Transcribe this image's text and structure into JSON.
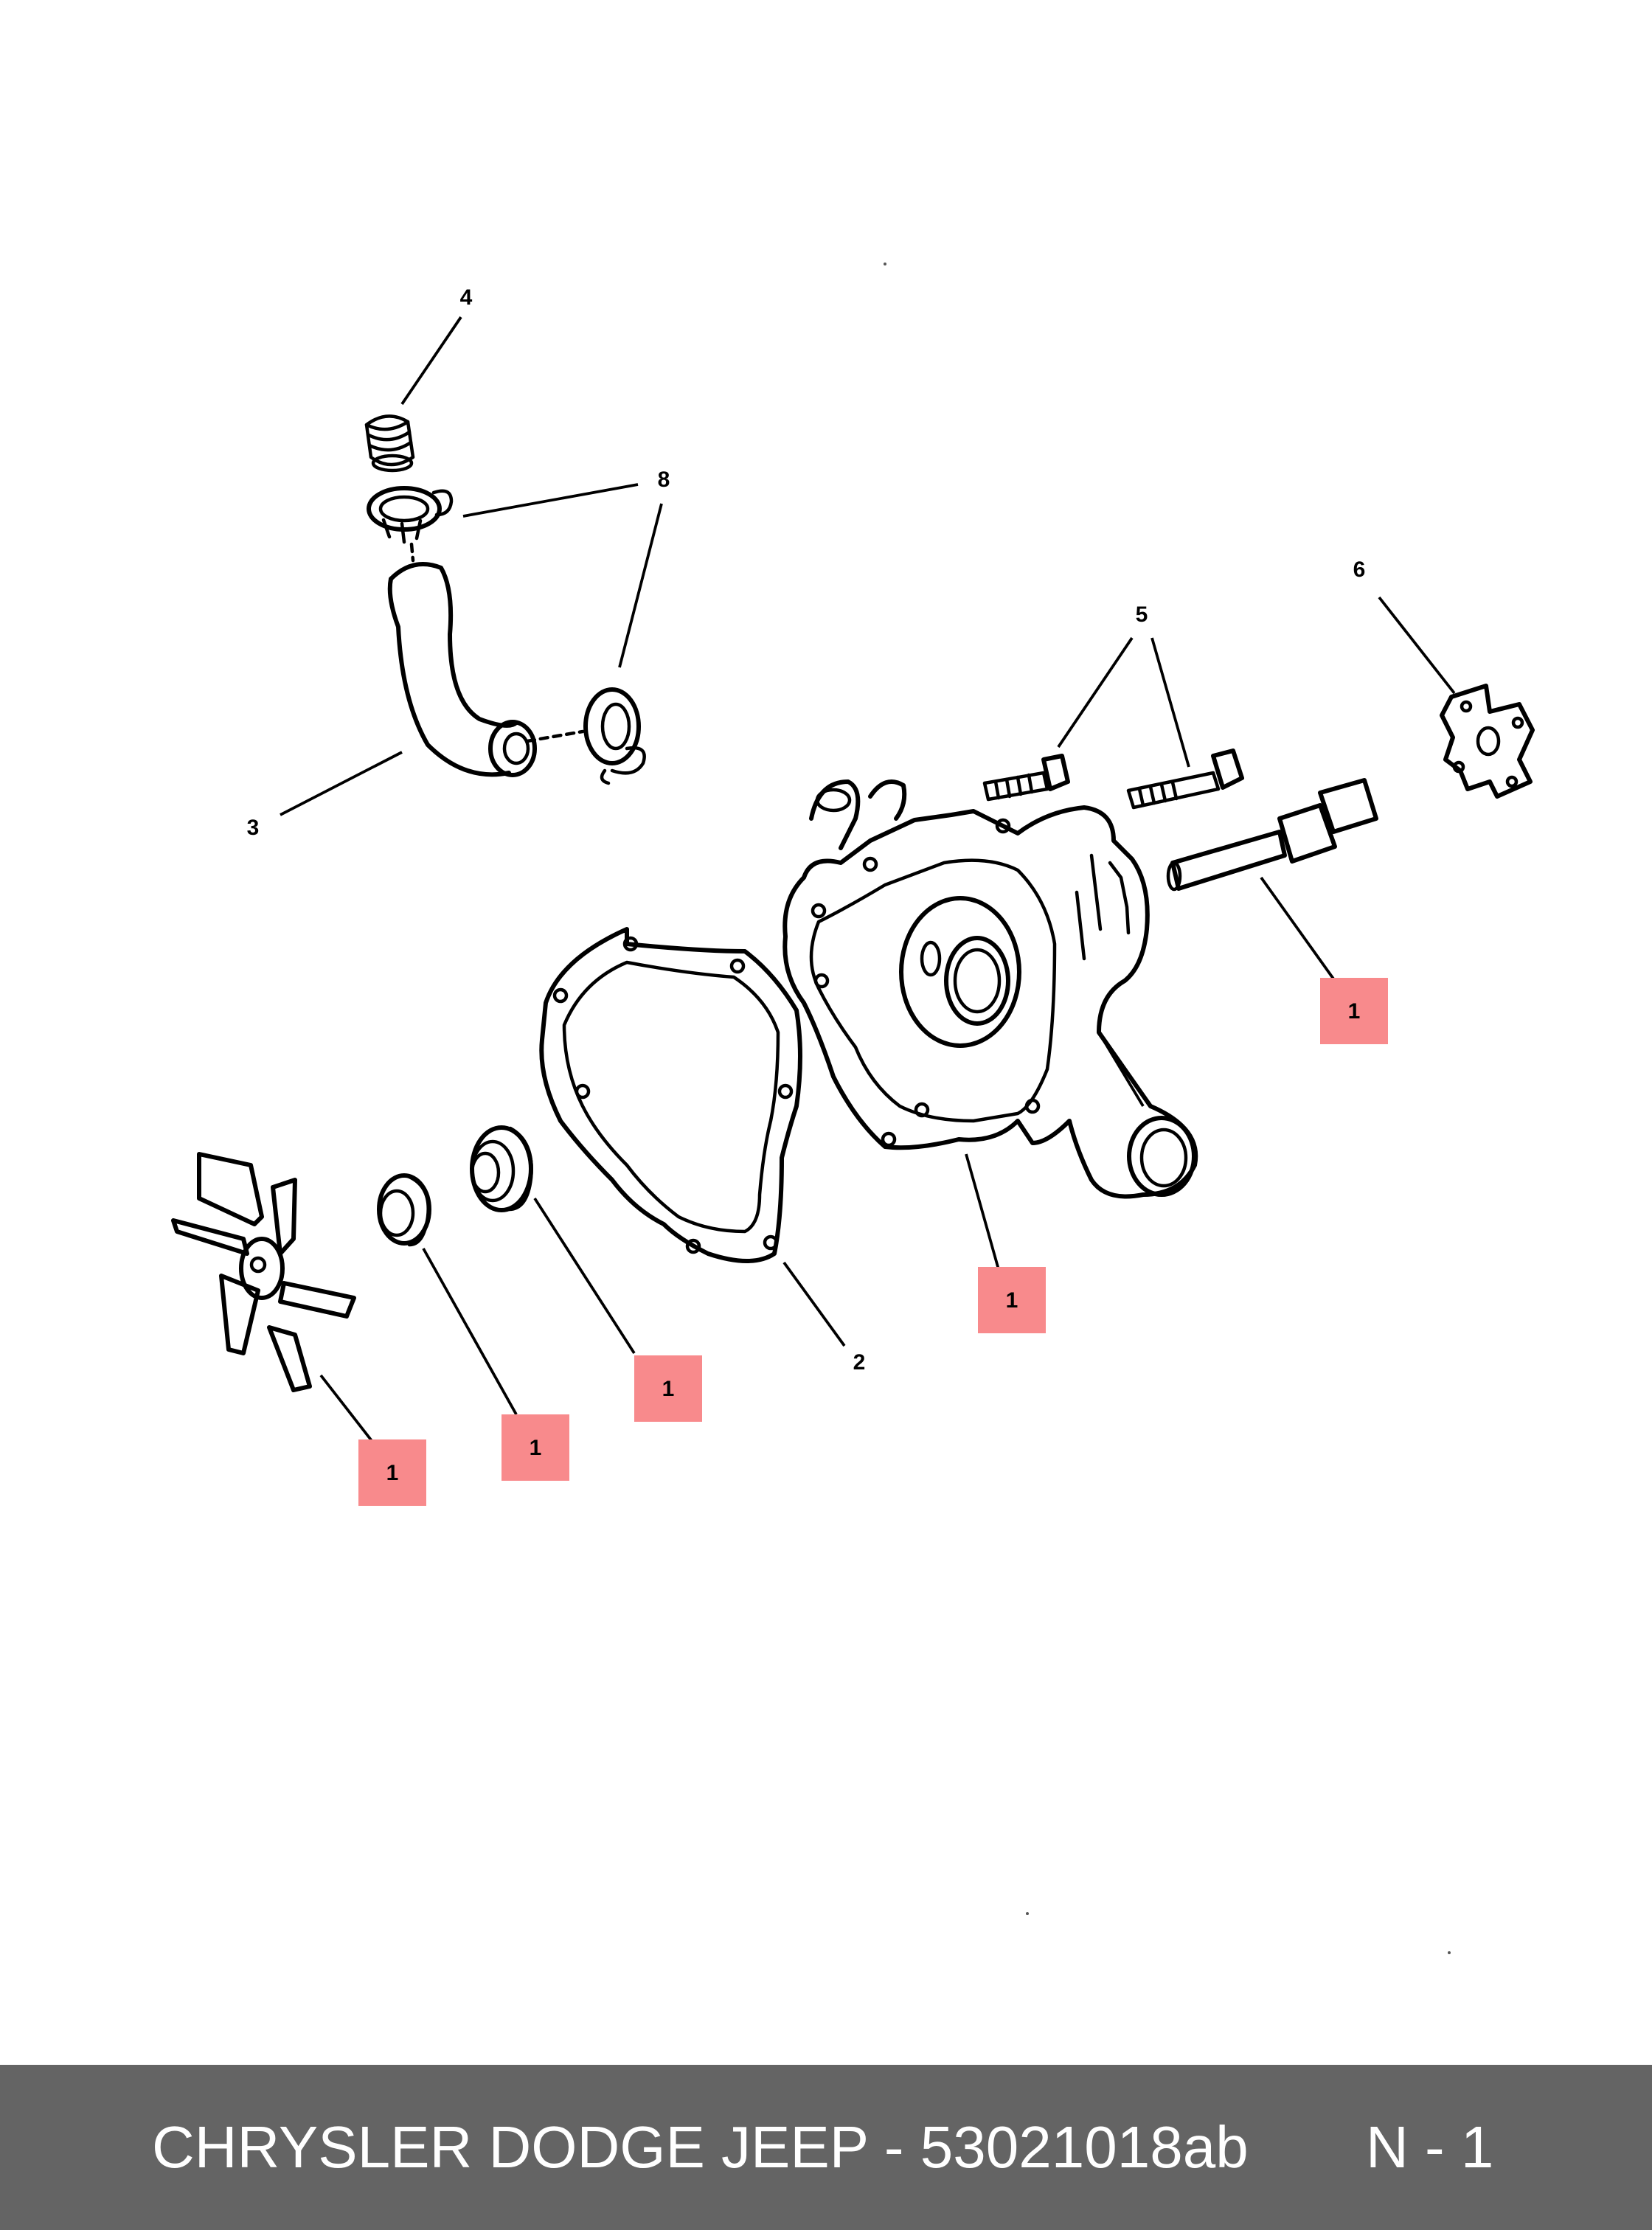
{
  "callouts": [
    "4",
    "8",
    "3",
    "6",
    "5",
    "2"
  ],
  "highlighted_callouts": [
    "1",
    "1",
    "1",
    "1",
    "1",
    "1"
  ],
  "highlight_color": "#f88a8c",
  "footer": {
    "text": "CHRYSLER DODGE JEEP - 53021018ab",
    "page": "N - 1",
    "background": "#646464"
  }
}
